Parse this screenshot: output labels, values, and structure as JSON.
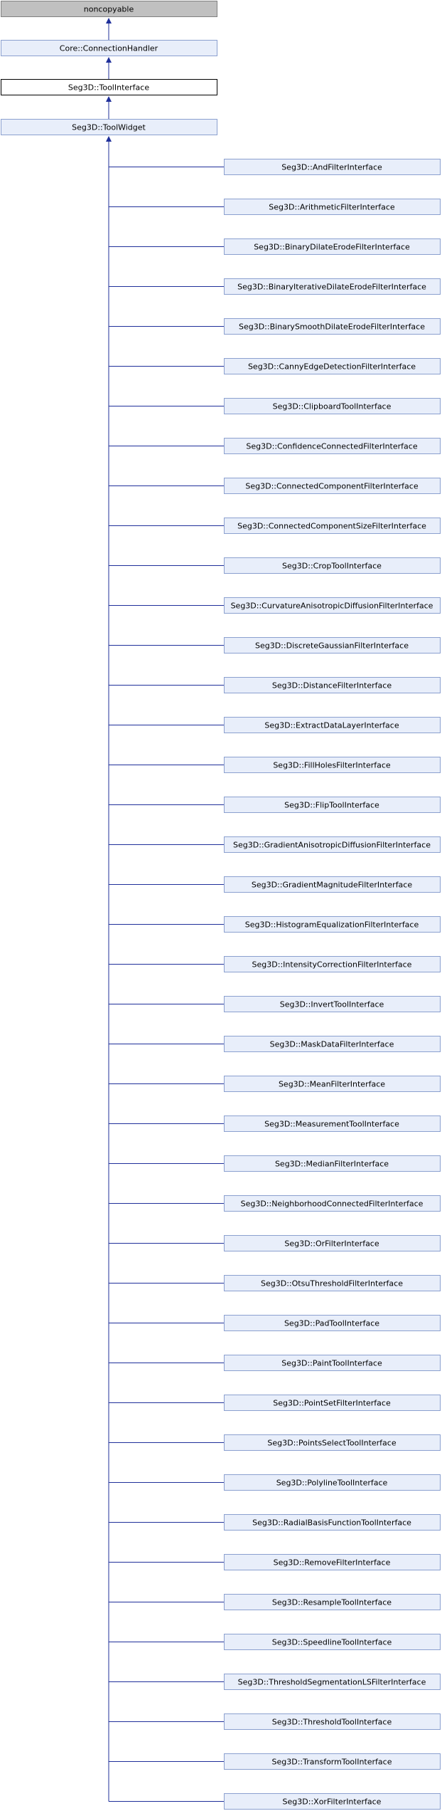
{
  "diagram": {
    "colors": {
      "line": "#1f2f9a",
      "node_border": "#8ba0cf",
      "node_fill": "#e8eefa",
      "root_fill": "#c0c0c0",
      "root_border": "#808080",
      "current_fill": "#ffffff",
      "current_border": "#000000"
    },
    "ancestors": [
      {
        "label": "noncopyable",
        "kind": "external"
      },
      {
        "label": "Core::ConnectionHandler",
        "kind": "normal"
      },
      {
        "label": "Seg3D::ToolInterface",
        "kind": "current"
      },
      {
        "label": "Seg3D::ToolWidget",
        "kind": "normal"
      }
    ],
    "children": [
      "Seg3D::AndFilterInterface",
      "Seg3D::ArithmeticFilterInterface",
      "Seg3D::BinaryDilateErodeFilterInterface",
      "Seg3D::BinaryIterativeDilateErodeFilterInterface",
      "Seg3D::BinarySmoothDilateErodeFilterInterface",
      "Seg3D::CannyEdgeDetectionFilterInterface",
      "Seg3D::ClipboardToolInterface",
      "Seg3D::ConfidenceConnectedFilterInterface",
      "Seg3D::ConnectedComponentFilterInterface",
      "Seg3D::ConnectedComponentSizeFilterInterface",
      "Seg3D::CropToolInterface",
      "Seg3D::CurvatureAnisotropicDiffusionFilterInterface",
      "Seg3D::DiscreteGaussianFilterInterface",
      "Seg3D::DistanceFilterInterface",
      "Seg3D::ExtractDataLayerInterface",
      "Seg3D::FillHolesFilterInterface",
      "Seg3D::FlipToolInterface",
      "Seg3D::GradientAnisotropicDiffusionFilterInterface",
      "Seg3D::GradientMagnitudeFilterInterface",
      "Seg3D::HistogramEqualizationFilterInterface",
      "Seg3D::IntensityCorrectionFilterInterface",
      "Seg3D::InvertToolInterface",
      "Seg3D::MaskDataFilterInterface",
      "Seg3D::MeanFilterInterface",
      "Seg3D::MeasurementToolInterface",
      "Seg3D::MedianFilterInterface",
      "Seg3D::NeighborhoodConnectedFilterInterface",
      "Seg3D::OrFilterInterface",
      "Seg3D::OtsuThresholdFilterInterface",
      "Seg3D::PadToolInterface",
      "Seg3D::PaintToolInterface",
      "Seg3D::PointSetFilterInterface",
      "Seg3D::PointsSelectToolInterface",
      "Seg3D::PolylineToolInterface",
      "Seg3D::RadialBasisFunctionToolInterface",
      "Seg3D::RemoveFilterInterface",
      "Seg3D::ResampleToolInterface",
      "Seg3D::SpeedlineToolInterface",
      "Seg3D::ThresholdSegmentationLSFilterInterface",
      "Seg3D::ThresholdToolInterface",
      "Seg3D::TransformToolInterface",
      "Seg3D::XorFilterInterface"
    ]
  }
}
